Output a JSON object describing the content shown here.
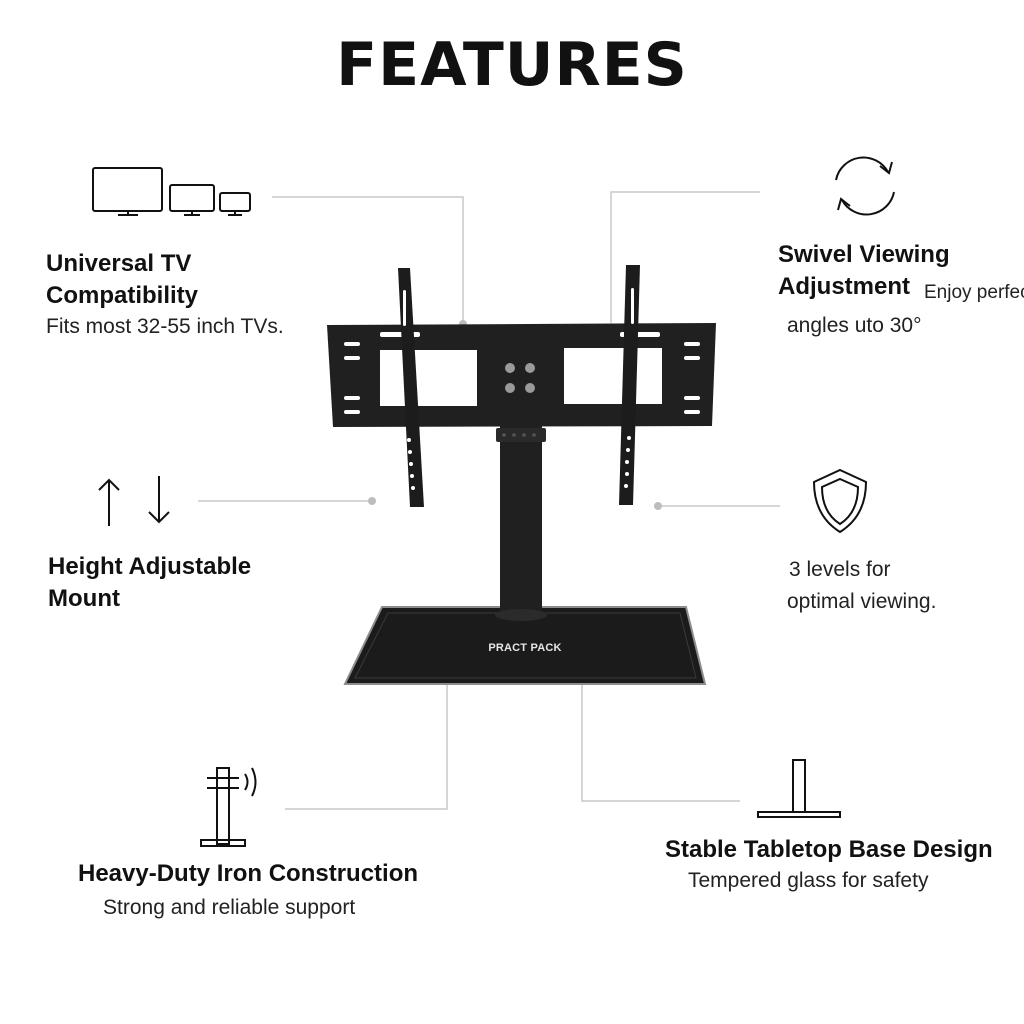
{
  "page": {
    "title": "FEATURES"
  },
  "product": {
    "base_label": "PRACT PACK"
  },
  "features": {
    "universal": {
      "title_line1": "Universal TV",
      "title_line2": "Compatibility",
      "desc": "Fits most 32-55 inch TVs.",
      "icon": "tv-sizes-icon"
    },
    "swivel": {
      "title_line1": "Swivel Viewing",
      "title_line2": "Adjustment",
      "desc_inline": "Enjoy perfec",
      "desc": "angles uto 30°",
      "icon": "rotate-arrows-icon"
    },
    "height": {
      "title_line1": "Height Adjustable",
      "title_line2": "Mount",
      "icon": "up-down-arrows-icon"
    },
    "levels": {
      "desc_line1": "3 levels for",
      "desc_line2": "optimal viewing.",
      "icon": "shield-icon"
    },
    "iron": {
      "title": "Heavy-Duty Iron Construction",
      "desc": "Strong and reliable support",
      "icon": "strength-post-icon"
    },
    "base": {
      "title": "Stable Tabletop Base Design",
      "desc": "Tempered glass for safety",
      "icon": "tabletop-base-icon"
    }
  },
  "colors": {
    "stand": "#1e1e1e",
    "leader_line": "#bdbdbd",
    "text": "#111111"
  }
}
